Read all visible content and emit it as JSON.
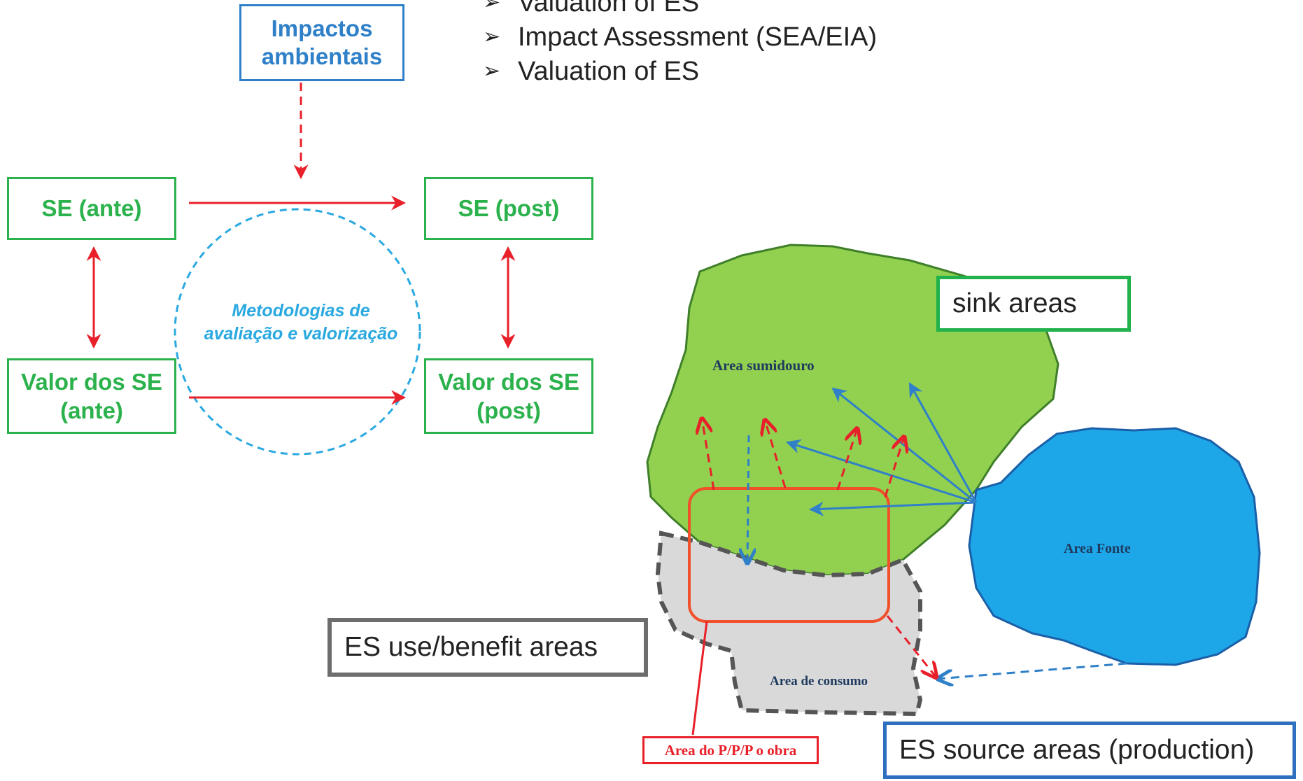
{
  "bullets": [
    "Valuation of ES",
    "Impact Assessment (SEA/EIA)",
    "Valuation of ES"
  ],
  "bullet_icon": "➢",
  "left_diagram": {
    "impactos": "Impactos ambientais",
    "se_ante": "SE (ante)",
    "se_post": "SE (post)",
    "valor_ante": "Valor dos SE (ante)",
    "valor_post": "Valor dos SE (post)",
    "methodology": "Metodologias de avaliação e valorização"
  },
  "map": {
    "sink_area": "Area sumidouro",
    "source_area": "Area Fonte",
    "consumption_area": "Area de consumo",
    "project_area": "Area do P/P/P o obra"
  },
  "legends": {
    "sink": "sink areas",
    "use": "ES use/benefit  areas",
    "source": "ES source areas (production)"
  },
  "colors": {
    "green": "#2bb24c",
    "blue": "#2f80c8",
    "red": "#e8202a",
    "cyan": "#2aa9e0",
    "sink_fill": "#92d050",
    "source_fill": "#1ea7e8",
    "consumption_fill": "#d9d9d9"
  }
}
